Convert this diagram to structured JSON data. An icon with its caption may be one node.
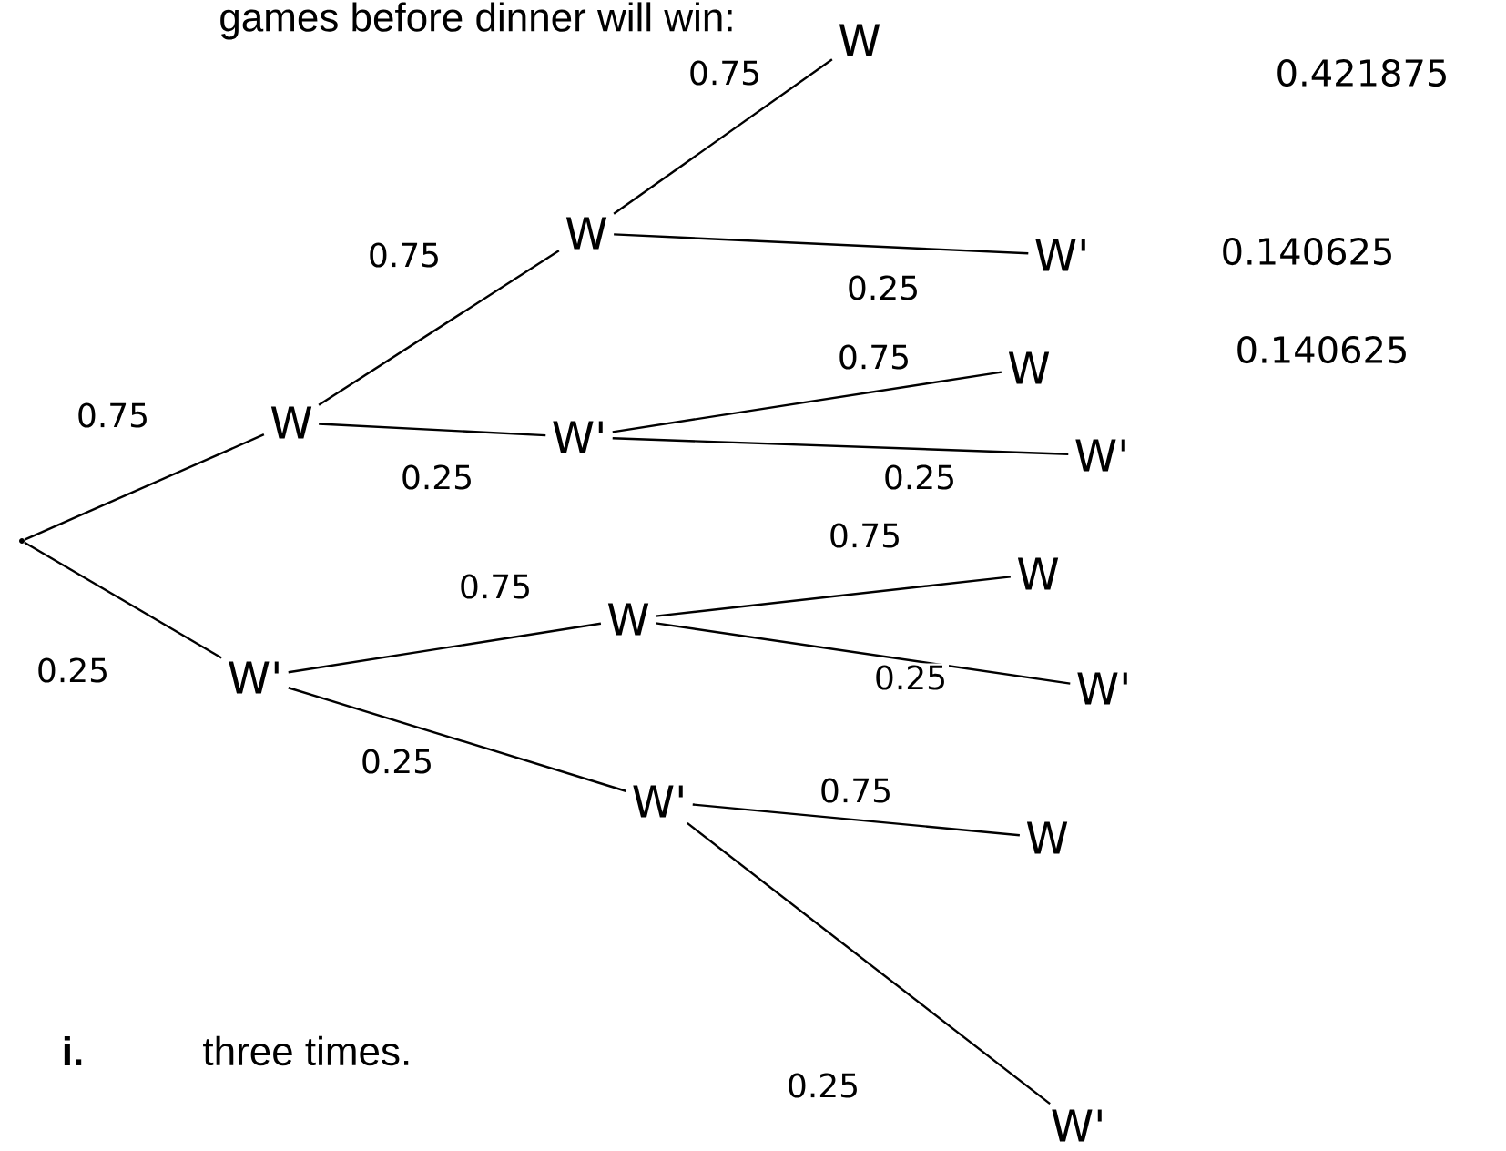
{
  "diagram": {
    "nodes": [
      {
        "text": [],
        "shape": "point"
      },
      {
        "text": [
          "W"
        ]
      },
      {
        "text": [
          "W'"
        ]
      },
      {
        "text": [
          "W"
        ]
      },
      {
        "text": [
          "W'"
        ]
      },
      {
        "text": [
          "W"
        ]
      },
      {
        "text": [
          "W'"
        ]
      },
      {
        "text": [
          "W"
        ]
      },
      {
        "text": [
          "W'"
        ]
      },
      {
        "text": [
          "W"
        ]
      },
      {
        "text": [
          "W'"
        ]
      },
      {
        "text": [
          "W"
        ]
      },
      {
        "text": [
          "W'"
        ]
      },
      {
        "text": [
          "W"
        ]
      },
      {
        "text": [
          "W'"
        ]
      }
    ],
    "edges": [
      {
        "from": 0,
        "to": 1,
        "arrow": "none",
        "label": "0.75"
      },
      {
        "from": 0,
        "to": 2,
        "arrow": "none",
        "label": "0.25"
      },
      {
        "from": 1,
        "to": 3,
        "arrow": "none",
        "label": "0.75"
      },
      {
        "from": 1,
        "to": 4,
        "arrow": "none",
        "label": "0.25"
      },
      {
        "from": 2,
        "to": 5,
        "arrow": "none",
        "label": "0.75"
      },
      {
        "from": 2,
        "to": 6,
        "arrow": "none",
        "label": "0.25"
      },
      {
        "from": 3,
        "to": 7,
        "arrow": "none",
        "label": "0.75"
      },
      {
        "from": 3,
        "to": 8,
        "arrow": "none",
        "label": "0.25"
      },
      {
        "from": 4,
        "to": 9,
        "arrow": "none",
        "label": "0.75"
      },
      {
        "from": 4,
        "to": 10,
        "arrow": "none",
        "label": "0.25"
      },
      {
        "from": 5,
        "to": 11,
        "arrow": "none",
        "label": "0.75"
      },
      {
        "from": 5,
        "to": 12,
        "arrow": "none",
        "label": "0.25"
      },
      {
        "from": 6,
        "to": 13,
        "arrow": "none",
        "label": "0.75"
      },
      {
        "from": 6,
        "to": 14,
        "arrow": "none",
        "label": "0.25"
      }
    ],
    "labels": [
      "games before dinner will win:",
      "0.421875",
      "0.140625",
      "0.140625",
      "i.",
      "three times."
    ]
  }
}
